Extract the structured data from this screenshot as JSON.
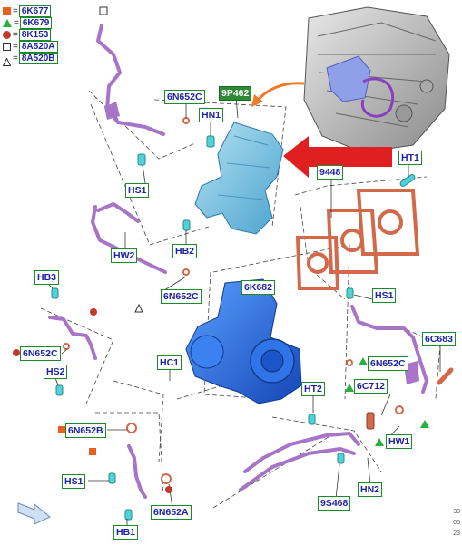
{
  "legend": [
    {
      "symbol": "orange-square",
      "color": "#e8601c",
      "code": "6K677"
    },
    {
      "symbol": "green-triangle",
      "color": "#27b03a",
      "code": "6K679"
    },
    {
      "symbol": "red-circle",
      "color": "#c0392b",
      "code": "8K153"
    },
    {
      "symbol": "open-square",
      "color": "#333333",
      "code": "8A520A"
    },
    {
      "symbol": "open-triangle",
      "color": "#333333",
      "code": "8A520B"
    }
  ],
  "callouts": {
    "c_6n652c_top": "6N652C",
    "c_9p462": "9P462",
    "c_hn1": "HN1",
    "c_ht1": "HT1",
    "c_9448": "9448",
    "c_hs1_top": "HS1",
    "c_hw2": "HW2",
    "c_hb2": "HB2",
    "c_6n652c_mid": "6N652C",
    "c_6k682": "6K682",
    "c_hb3": "HB3",
    "c_hs1_right": "HS1",
    "c_6n652c_left": "6N652C",
    "c_6c683": "6C683",
    "c_hs2": "HS2",
    "c_6n652c_right": "6N652C",
    "c_hc1": "HC1",
    "c_ht2": "HT2",
    "c_6c712": "6C712",
    "c_6n652b": "6N652B",
    "c_hw1": "HW1",
    "c_hs1_bottom": "HS1",
    "c_hn2": "HN2",
    "c_9s468": "9S468",
    "c_hb1": "HB1",
    "c_6n652a": "6N652A"
  },
  "corner_text": [
    "30",
    "05",
    "23"
  ],
  "colors": {
    "pipe": "#a874c8",
    "manifold": "#7ec8e6",
    "turbo": "#2a6fe0",
    "gasket": "#d2694a",
    "callout_border": "#1a8a2a",
    "callout_text": "#1b23a8",
    "pointer_arrow": "#e02020"
  }
}
